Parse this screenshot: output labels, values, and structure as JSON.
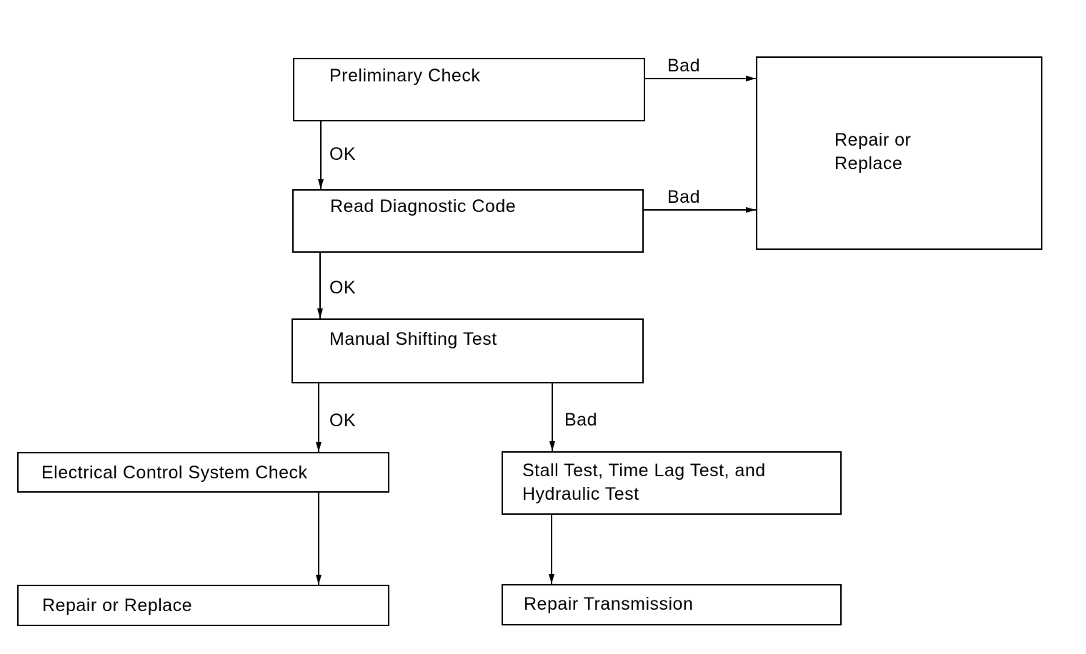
{
  "nodes": {
    "preliminary_check": "Preliminary Check",
    "read_diagnostic_code": "Read Diagnostic Code",
    "manual_shifting_test": "Manual Shifting Test",
    "electrical_control_system_check": "Electrical Control System Check",
    "repair_or_replace_bottom": "Repair or Replace",
    "stall_test_line1": "Stall Test, Time Lag Test, and",
    "stall_test_line2": "Hydraulic Test",
    "repair_transmission": "Repair Transmission",
    "repair_or_replace_right_line1": "Repair or",
    "repair_or_replace_right_line2": "Replace"
  },
  "edges": {
    "prelim_to_repair": "Bad",
    "prelim_to_read": "OK",
    "read_to_repair": "Bad",
    "read_to_manual": "OK",
    "manual_to_electrical": "OK",
    "manual_to_stall": "Bad"
  },
  "colors": {
    "line": "#000000",
    "background": "#ffffff"
  }
}
